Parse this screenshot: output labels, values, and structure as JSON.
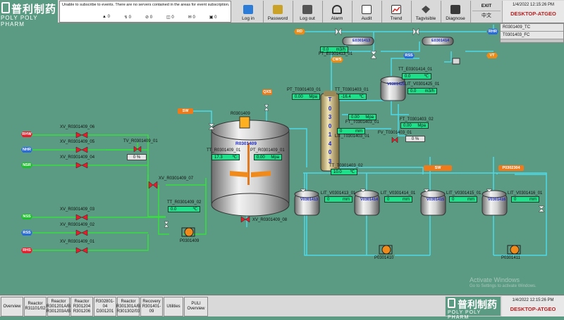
{
  "header": {
    "brand_cn": "普利制药",
    "brand_en": "POLY  POLY PHARM",
    "message": "Unable to subscribe to events.  There are no servers contained in the areas for event subscription.",
    "counters": [
      "0",
      "0",
      "0",
      "0",
      "0",
      "0"
    ],
    "toolbar": [
      {
        "label": "Log in",
        "icon": "login-icon"
      },
      {
        "label": "Password",
        "icon": "key-icon"
      },
      {
        "label": "Log out",
        "icon": "logout-icon"
      },
      {
        "label": "Alarm",
        "icon": "bell-icon"
      },
      {
        "label": "Audit",
        "icon": "audit-icon"
      },
      {
        "label": "Trend",
        "icon": "trend-icon"
      },
      {
        "label": "Tagvisible",
        "icon": "tag-icon"
      },
      {
        "label": "Diagnose",
        "icon": "diagnose-icon"
      }
    ],
    "exit": "EXIT",
    "lang": "中文",
    "datetime": "1/4/2022 12:15:26 PM",
    "host": "DESKTOP-ATGEO"
  },
  "taglist": [
    "R0301409_TC",
    "T0301403_FC"
  ],
  "footer": {
    "nav": [
      "Overview",
      "Reactor\nR31101/02",
      "Reactor\nR301201A/B\nR301203A/B",
      "Reactor\nR301204\nR301206",
      "R302801-04\nD301201",
      "Reactor\nR301301A/B\nR301302/03",
      "Recovery\nR301401-09",
      "Utilities",
      "PULI\nOverview"
    ],
    "brand_cn": "普利制药",
    "brand_en": "POLY  POLY PHARM",
    "datetime": "1/4/2022 12:15:26 PM",
    "host": "DESKTOP-ATGEO"
  },
  "watermark": {
    "title": "Activate Windows",
    "sub": "Go to Settings to activate Windows."
  },
  "process": {
    "reactor": {
      "id": "R0301409",
      "label": "R0301409"
    },
    "tt_r": {
      "tag": "TT_R0301409_01",
      "value": "17.3",
      "unit": "℃"
    },
    "pt_r": {
      "tag": "PT_R0301409_01",
      "value": "0.00",
      "unit": "Mpa"
    },
    "tv": {
      "tag": "TV_R0301409_01",
      "value": "0",
      "unit": "%"
    },
    "tt_r2": {
      "tag": "TT_R0301409_02",
      "value": "0.0",
      "unit": "℃"
    },
    "xv_07": "XV_R0301409_07",
    "xv_08": "XV_R0301409_08",
    "pump_409": "P0301409",
    "xv_left": [
      "XV_R0301409_06",
      "XV_R0301409_05",
      "XV_R0301409_04",
      "XV_R0301409_03",
      "XV_R0301409_02",
      "XV_R0301409_01"
    ],
    "left_tags": [
      "RHW",
      "NHR",
      "NSR",
      "NSS",
      "RSS",
      "RHS"
    ],
    "column": {
      "id": "T0301403",
      "letters": [
        "T",
        "0",
        "3",
        "0",
        "1",
        "4",
        "0",
        "3"
      ]
    },
    "pt_t": {
      "tag": "PT_T0301403_01",
      "value": "0.00",
      "unit": "Mpa"
    },
    "tt_t": {
      "tag": "TT_T0301403_01",
      "value": "-16.4",
      "unit": "℃"
    },
    "ft_t": {
      "tag": "FT_T0301403_01",
      "value": "0.00",
      "unit": "Mpa"
    },
    "lit_t": {
      "tag": "LIT_T0301403_01",
      "value": "0",
      "unit": "mm"
    },
    "tt_t2": {
      "tag": "TT_T0301403_02",
      "value": "10.0",
      "unit": "℃"
    },
    "fv_t": {
      "tag": "FV_T0301403_01",
      "value": "0",
      "unit": "%"
    },
    "ft_e": {
      "tag": "FT_E0301413_01",
      "value": "0.0",
      "unit": "m3/h"
    },
    "exchangers": [
      "E0301413",
      "E0301414"
    ],
    "v425": {
      "id": "V0301425"
    },
    "tt_e2": {
      "tag": "TT_E0301414_01",
      "value": "0.0",
      "unit": "℃"
    },
    "lit_v425": {
      "tag": "LIT_V0301425_01",
      "value": "0.0",
      "unit": "m3/h"
    },
    "ft_t2": {
      "tag": "FT_T0301403_02",
      "value": "0.00",
      "unit": "Mpa"
    },
    "top_tags": [
      "RD",
      "RHR",
      "RSS",
      "VT",
      "CWS",
      "QXS",
      "SW",
      "SW",
      "P0302304"
    ],
    "receivers": [
      {
        "id": "V0301413",
        "tag": "LIT_V0301413_01",
        "value": "0",
        "unit": "mm"
      },
      {
        "id": "V0301414",
        "tag": "LIT_V0301414_01",
        "value": "0",
        "unit": "mm"
      },
      {
        "id": "V0301415",
        "tag": "LIT_V0301415_01",
        "value": "0",
        "unit": "mm"
      },
      {
        "id": "V0301416",
        "tag": "LIT_V0301416_01",
        "value": "0",
        "unit": "mm"
      }
    ],
    "pumps_bottom": [
      "P0301410",
      "P0301411"
    ],
    "colors": {
      "pipe": "#4dd9e8",
      "pipe_green": "#39e03f",
      "background": "#5b9a83",
      "value_box": "#1fe08a",
      "valve": "#e81c2a"
    }
  }
}
